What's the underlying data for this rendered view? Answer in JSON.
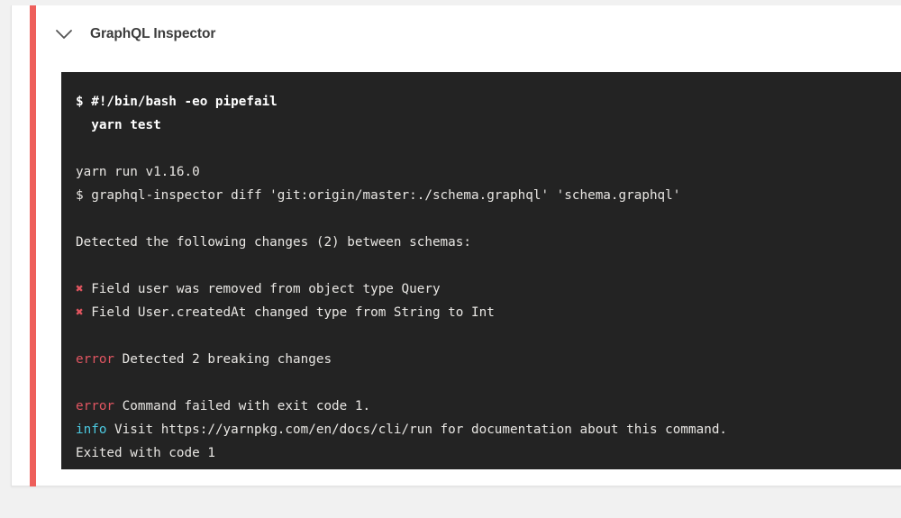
{
  "header": {
    "title": "GraphQL Inspector",
    "chevron_icon": "chevron-down-icon"
  },
  "colors": {
    "accent_bar": "#ee5f5b",
    "terminal_bg": "#232323",
    "terminal_fg": "#e8e6e3",
    "error": "#e05561",
    "info": "#4cc9e0",
    "page_bg": "#f1f1f1",
    "card_bg": "#ffffff"
  },
  "terminal": {
    "lines": [
      {
        "id": "l1",
        "type": "command-bold",
        "text": "$ #!/bin/bash -eo pipefail"
      },
      {
        "id": "l2",
        "type": "command-bold",
        "text": "  yarn test"
      },
      {
        "id": "l3",
        "type": "blank",
        "text": ""
      },
      {
        "id": "l4",
        "type": "plain",
        "text": "yarn run v1.16.0"
      },
      {
        "id": "l5",
        "type": "plain",
        "text": "$ graphql-inspector diff 'git:origin/master:./schema.graphql' 'schema.graphql'"
      },
      {
        "id": "l6",
        "type": "blank",
        "text": ""
      },
      {
        "id": "l7",
        "type": "plain",
        "text": "Detected the following changes (2) between schemas:"
      },
      {
        "id": "l8",
        "type": "blank",
        "text": ""
      },
      {
        "id": "l9",
        "type": "marked",
        "mark": "✖",
        "text": " Field user was removed from object type Query"
      },
      {
        "id": "l10",
        "type": "marked",
        "mark": "✖",
        "text": " Field User.createdAt changed type from String to Int"
      },
      {
        "id": "l11",
        "type": "blank",
        "text": ""
      },
      {
        "id": "l12",
        "type": "prefixed",
        "prefix": "error",
        "prefix_kind": "error",
        "text": " Detected 2 breaking changes"
      },
      {
        "id": "l13",
        "type": "blank",
        "text": ""
      },
      {
        "id": "l14",
        "type": "prefixed",
        "prefix": "error",
        "prefix_kind": "error",
        "text": " Command failed with exit code 1."
      },
      {
        "id": "l15",
        "type": "prefixed",
        "prefix": "info",
        "prefix_kind": "info",
        "text": " Visit https://yarnpkg.com/en/docs/cli/run for documentation about this command."
      },
      {
        "id": "l16",
        "type": "plain",
        "text": "Exited with code 1"
      }
    ]
  }
}
